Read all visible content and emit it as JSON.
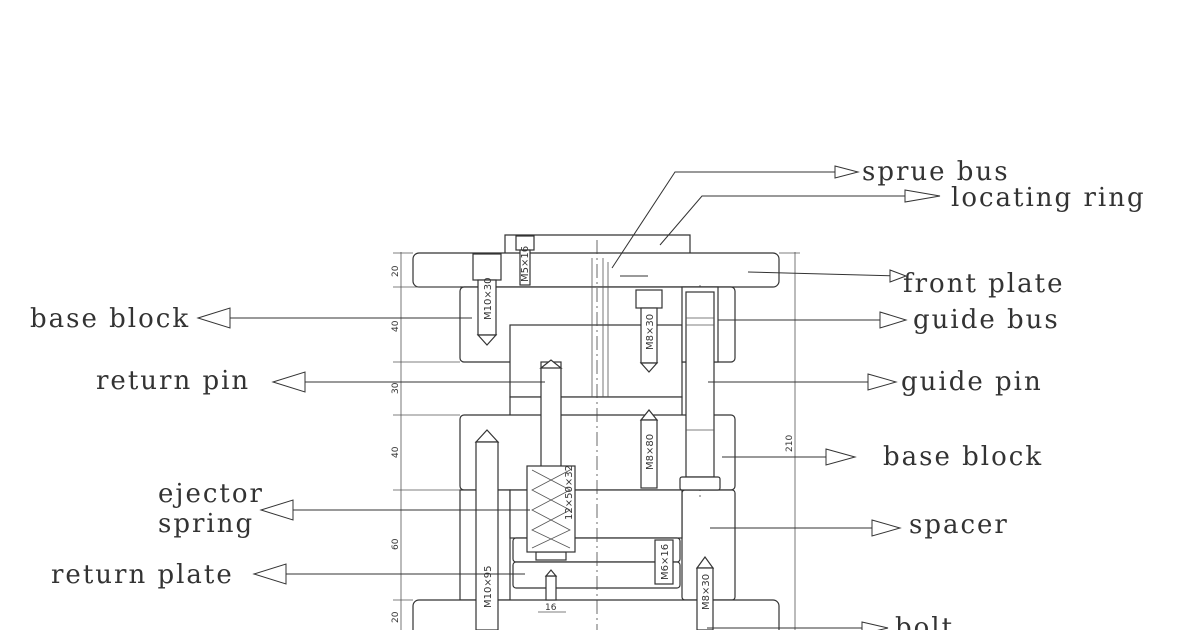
{
  "labels": {
    "sprue_bus": "sprue bus",
    "locating_ring": "locating ring",
    "front_plate": "front plate",
    "base_block_left": "base block",
    "guide_bus": "guide bus",
    "return_pin_left": "return pin",
    "guide_pin": "guide pin",
    "base_block_right": "base block",
    "ejector_line1": "ejector",
    "ejector_line2": "spring",
    "spacer": "spacer",
    "return_plate": "return plate",
    "bolt": "bolt"
  },
  "dimensions": {
    "d20_top": "20",
    "d40_a": "40",
    "d30": "30",
    "d40_b": "40",
    "d60": "60",
    "d20_bottom": "20",
    "total": "210",
    "width16": "16"
  },
  "screw_tags": {
    "m10x30": "M10×30",
    "m8x30": "M8×30",
    "m8x80": "M8×80",
    "spring": "12×50×32",
    "m8x30_low": "M8×30",
    "m10x95": "M10×95",
    "small": "M6×16",
    "m5x16": "M5×16"
  }
}
